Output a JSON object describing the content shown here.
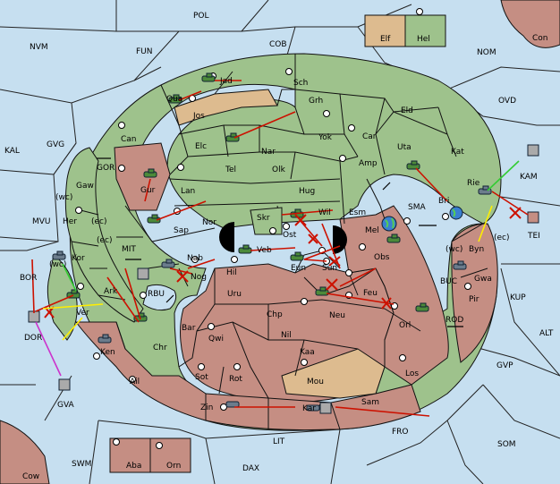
{
  "colors": {
    "sea": "#c6dff0",
    "green_land": "#9ec28c",
    "red_land": "#c58e83",
    "neutral_land": "#ddbb8f",
    "order_arrow": "#cc1100",
    "support_arrow_green": "#33cc33",
    "support_arrow_yellow": "#ffee00",
    "retreat_arrow": "#cc33cc"
  },
  "legend": {
    "elf": "Elf",
    "hel": "Hel"
  },
  "sea_labels": {
    "pol": "POL",
    "nvm": "NVM",
    "fun": "FUN",
    "cob": "COB",
    "nom": "NOM",
    "con": "Con",
    "ovd": "OVD",
    "kal": "KAL",
    "gvg": "GVG",
    "gor": "GOR",
    "mvu": "MVU",
    "mit": "MIT",
    "rbu": "RBU",
    "bor": "BOR",
    "sma": "SMA",
    "kam": "KAM",
    "tei": "TEI",
    "buc": "BUC",
    "kup": "KUP",
    "rod": "ROD",
    "alt": "ALT",
    "gvp": "GVP",
    "fro": "FRO",
    "som": "SOM",
    "lit": "LIT",
    "swm": "SWM",
    "dax": "DAX",
    "cow": "Cow",
    "gva": "GVA",
    "dor": "DOR"
  },
  "land_labels": {
    "jad": "Jad",
    "sch": "Sch",
    "qua": "Qua",
    "jos": "Jos",
    "grh": "Grh",
    "can": "Can",
    "elc": "Elc",
    "nar": "Nar",
    "yok": "Yok",
    "car": "Car",
    "eld": "Eld",
    "uta": "Uta",
    "kat": "Kat",
    "gur": "Gur",
    "tel": "Tel",
    "olk": "Olk",
    "amp": "Amp",
    "rie": "Rie",
    "lan": "Lan",
    "hug": "Hug",
    "bri": "Bri",
    "gaw": "Gaw",
    "nor": "Nor",
    "skr": "Skr",
    "wil": "Wil",
    "esm": "Esm",
    "her": "Her",
    "sap": "Sap",
    "ost": "Ost",
    "mel": "Mel",
    "byn": "Byn",
    "kor": "Kor",
    "nab": "Nab",
    "veb": "Veb",
    "eun": "Eun",
    "obs": "Obs",
    "gwa": "Gwa",
    "hil": "Hil",
    "sun": "Sun",
    "nog": "Nog",
    "ark": "Ark",
    "uru": "Uru",
    "feu": "Feu",
    "pir": "Pir",
    "ver": "Ver",
    "chp": "Chp",
    "neu": "Neu",
    "orl": "Orl",
    "bar": "Bar",
    "qwi": "Qwi",
    "nil": "Nil",
    "chr": "Chr",
    "ken": "Ken",
    "kaa": "Kaa",
    "los": "Los",
    "ail": "Ail",
    "sot": "Sot",
    "rot": "Rot",
    "mou": "Mou",
    "zin": "Zin",
    "kar": "Kar",
    "sam": "Sam",
    "aba": "Aba",
    "orn": "Orn"
  },
  "coast_tags": {
    "wc1": "(wc)",
    "ec1": "(ec)",
    "ec2": "(ec)",
    "wc2": "(wc)",
    "wc3": "(wc)",
    "ec3": "(ec)"
  }
}
